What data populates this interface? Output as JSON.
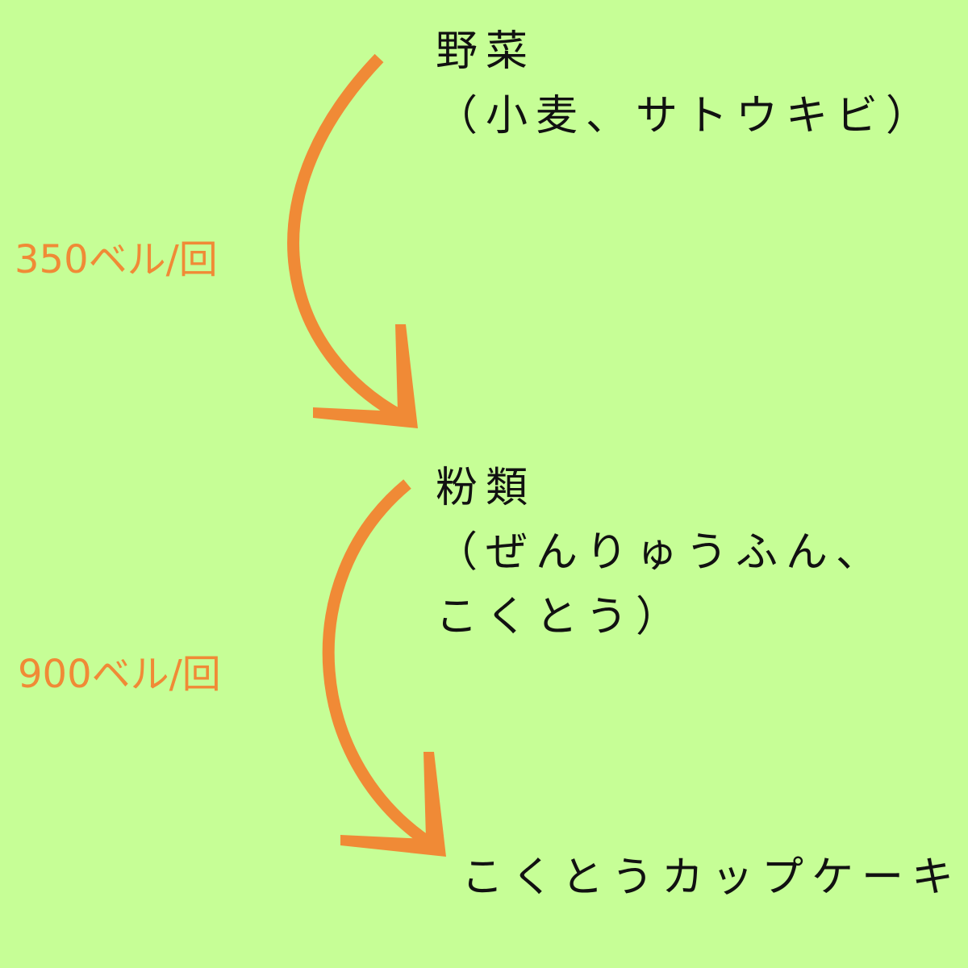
{
  "colors": {
    "background": "#c6fe96",
    "arrow": "#f08a36",
    "text": "#111111",
    "label": "#f08a36"
  },
  "nodes": [
    {
      "title": "野菜",
      "detail": [
        "（小麦、サトウキビ）"
      ]
    },
    {
      "title": "粉類",
      "detail": [
        "（ぜんりゅうふん、",
        "こくとう）"
      ]
    },
    {
      "title": "こくとうカップケーキ",
      "detail": []
    }
  ],
  "edges": [
    {
      "from": "野菜",
      "to": "粉類",
      "label": "350ベル/回"
    },
    {
      "from": "粉類",
      "to": "こくとうカップケーキ",
      "label": "900ベル/回"
    }
  ]
}
